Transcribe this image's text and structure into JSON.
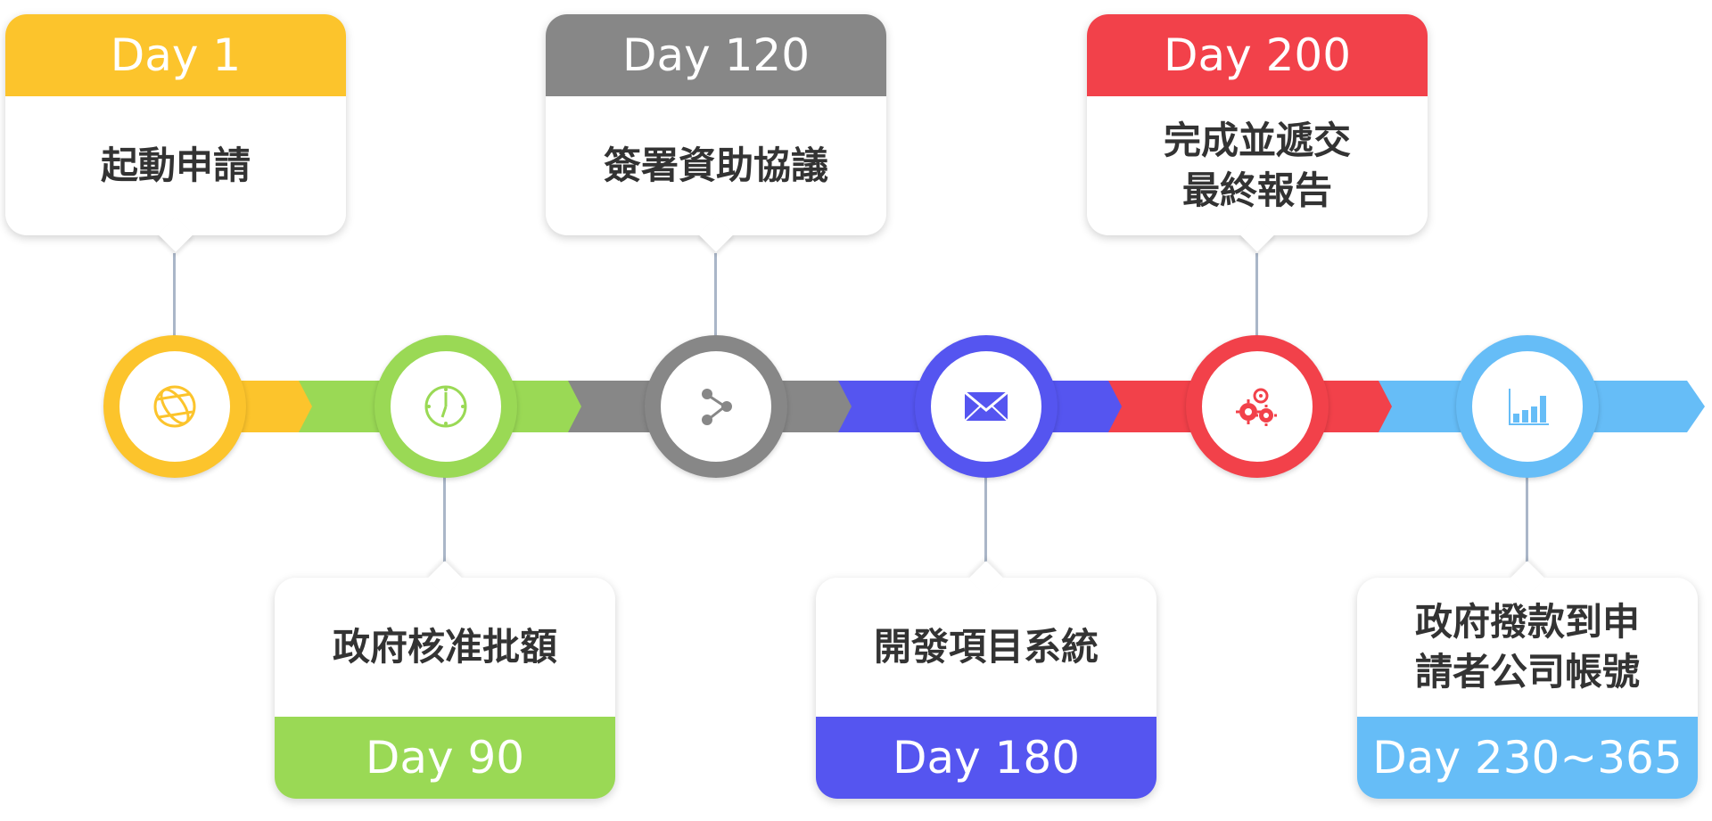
{
  "colors": {
    "yellow": "#fcc42c",
    "green": "#9ad955",
    "gray": "#878787",
    "blue": "#5555f0",
    "red": "#f2414a",
    "lightblue": "#66bdf7"
  },
  "milestones": [
    {
      "day": "Day 1",
      "label": "起動申請",
      "color": "#fcc42c",
      "icon": "globe-icon",
      "side": "top"
    },
    {
      "day": "Day 90",
      "label": "政府核准批額",
      "color": "#9ad955",
      "icon": "clock-icon",
      "side": "bottom"
    },
    {
      "day": "Day 120",
      "label": "簽署資助協議",
      "color": "#878787",
      "icon": "share-icon",
      "side": "top"
    },
    {
      "day": "Day 180",
      "label": "開發項目系統",
      "color": "#5555f0",
      "icon": "mail-icon",
      "side": "bottom"
    },
    {
      "day": "Day 200",
      "label": "完成並遞交\n最終報告",
      "color": "#f2414a",
      "icon": "gears-icon",
      "side": "top"
    },
    {
      "day": "Day 230~365",
      "label": "政府撥款到申\n請者公司帳號",
      "color": "#66bdf7",
      "icon": "bar-chart-icon",
      "side": "bottom"
    }
  ]
}
